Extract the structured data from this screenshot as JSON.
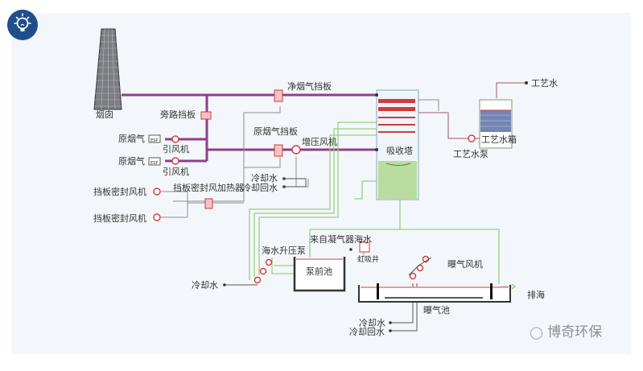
{
  "diagram": {
    "title_icon": "lightbulb-icon",
    "colors": {
      "panel_bg": "#f3f7fb",
      "flue_gas_pipe": "#8e3f8c",
      "water_pipe": "#9acf7c",
      "grey_pipe": "#8c8c8c",
      "red_equipment": "#d23a3a",
      "badge_blue": "#1f4e8c",
      "packing_green": "#b9dca1"
    },
    "labels": {
      "chimney": "烟囱",
      "bypass_damper": "旁路挡板",
      "clean_gas_damper": "净烟气挡板",
      "raw_gas_damper": "原烟气挡板",
      "raw_gas_1": "原烟气",
      "raw_gas_2": "原烟气",
      "id_fan_1": "引风机",
      "id_fan_2": "引风机",
      "booster_fan": "增压风机",
      "absorber": "吸收塔",
      "process_water": "工艺水",
      "process_water_tank": "工艺水箱",
      "process_water_pump": "工艺水泵",
      "cooling_water_1": "冷却水",
      "cooling_return_1": "冷却回水",
      "seal_fan_1": "挡板密封风机",
      "seal_fan_2": "挡板密封风机",
      "seal_air_heater": "挡板密封风加热器",
      "seawater_booster_pump": "海水升压泵",
      "condenser_seawater": "来自凝气器海水",
      "siphon_well": "虹吸井",
      "pre_pump_pool": "泵前池",
      "cooling_water_2": "冷却水",
      "aeration_fan": "曝气风机",
      "aeration_pool": "曝气池",
      "discharge_sea": "排海",
      "cooling_water_3": "冷却水",
      "cooling_return_3": "冷却回水",
      "esp_1": "ESP",
      "esp_2": "ESP"
    },
    "watermark": "博奇环保"
  }
}
